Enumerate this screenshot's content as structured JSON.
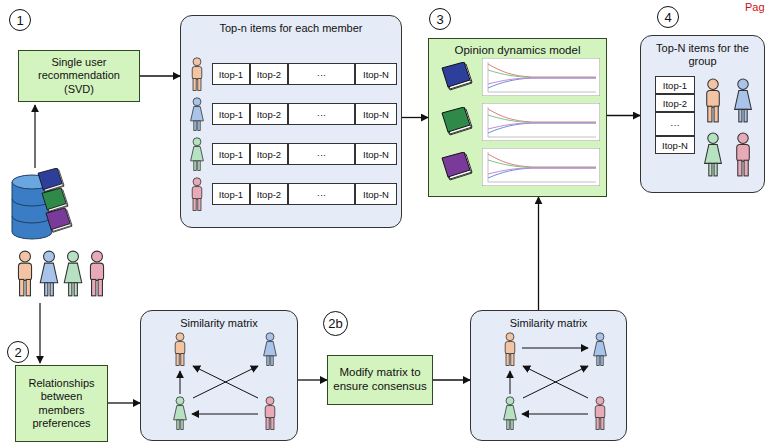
{
  "diagram": {
    "nodes": [
      {
        "text": [
          "Single user recommendation (SVD)"
        ]
      },
      {
        "text": [
          "Top-n items for each member"
        ]
      },
      {
        "text": [
          "Opinion dynamics model"
        ]
      },
      {
        "text": [
          "Top-N items for the group"
        ]
      },
      {
        "text": [
          "Relationships between members preferences"
        ]
      },
      {
        "text": [
          "Similarity matrix"
        ]
      },
      {
        "text": [
          "Modify matrix to ensure consensus"
        ]
      },
      {
        "text": [
          "Similarity matrix"
        ]
      }
    ],
    "edges": [
      {
        "from": 0,
        "to": 1,
        "arrow": "to"
      },
      {
        "from": 1,
        "to": 2,
        "arrow": "to"
      },
      {
        "from": 2,
        "to": 3,
        "arrow": "to"
      },
      {
        "from": 4,
        "to": 5,
        "arrow": "to"
      },
      {
        "from": 5,
        "to": 6,
        "arrow": "to"
      },
      {
        "from": 6,
        "to": 7,
        "arrow": "to"
      },
      {
        "from": 7,
        "to": 2,
        "arrow": "to"
      }
    ],
    "labels": [
      "1",
      "2",
      "2b",
      "3",
      "4",
      "Pag",
      "Itop-1",
      "Itop-2",
      "···",
      "Itop-N",
      "Itop-1",
      "Itop-2",
      "···",
      "Itop-N",
      "Itop-1",
      "Itop-2",
      "···",
      "Itop-N",
      "Itop-1",
      "Itop-2",
      "···",
      "Itop-N",
      "Itop-1",
      "Itop-2",
      "···",
      "Itop-N"
    ]
  }
}
